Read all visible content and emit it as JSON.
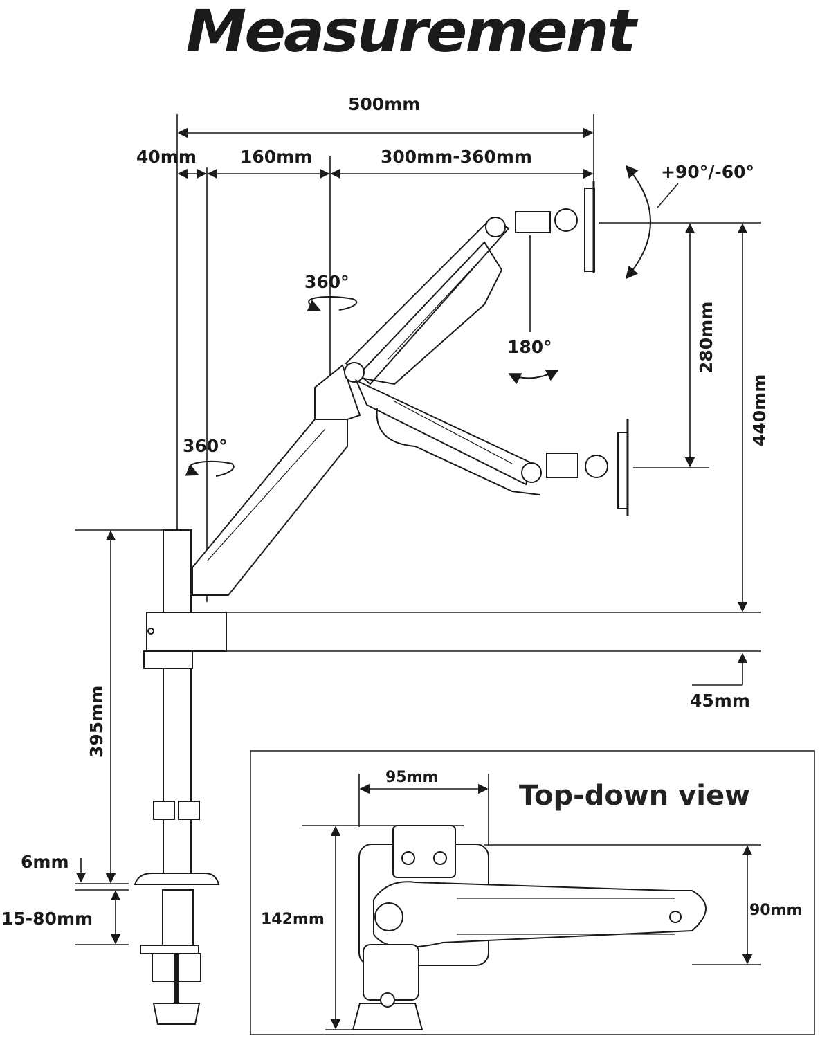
{
  "title": "Measurement",
  "dimensions": {
    "total_reach": "500mm",
    "offset": "40mm",
    "lower_arm": "160mm",
    "upper_arm": "300mm-360mm",
    "tilt": "+90°/-60°",
    "rotation_upper": "360°",
    "rotation_base": "360°",
    "swivel": "180°",
    "height_range": "280mm",
    "max_height": "440mm",
    "pole_height": "395mm",
    "base_gap": "45mm",
    "plate_thickness": "6mm",
    "desk_thickness": "15-80mm"
  },
  "top_down": {
    "title": "Top-down view",
    "width": "95mm",
    "depth": "142mm",
    "arm_width": "90mm"
  }
}
